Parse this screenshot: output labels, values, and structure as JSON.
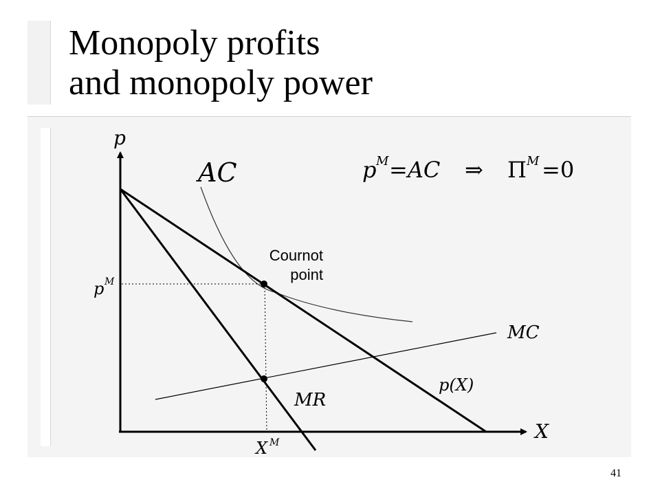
{
  "slide": {
    "title_line1": "Monopoly profits",
    "title_line2": "and monopoly power",
    "page_number": "41"
  },
  "diagram": {
    "y_axis_label": "p",
    "x_axis_label": "X",
    "ac_label": "AC",
    "mc_label": "MC",
    "mr_label": "MR",
    "demand_label": "p(X)",
    "price_label": "p",
    "price_label_sup": "M",
    "quantity_label": "X",
    "quantity_label_sup": "M",
    "cournot_line1": "Cournot",
    "cournot_line2": "point",
    "equation": {
      "p": "p",
      "p_sup": "M",
      "equals_ac": "=AC",
      "implies": "⇒",
      "pi": "Π",
      "pi_sup": "M",
      "equals_zero": "=0"
    }
  }
}
